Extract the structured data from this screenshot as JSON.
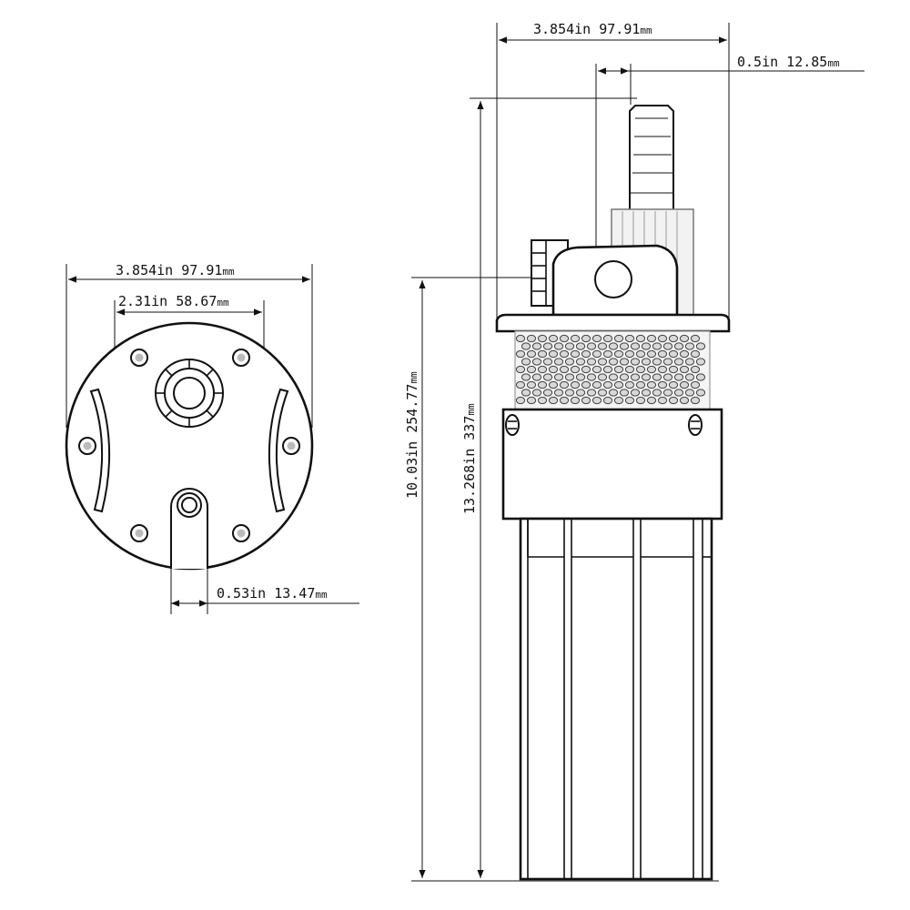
{
  "top_view": {
    "outer_width": {
      "value": "3.854in 97.91",
      "unit": "mm"
    },
    "inner_width": {
      "value": "2.31in 58.67",
      "unit": "mm"
    },
    "outlet": {
      "value": "0.53in 13.47",
      "unit": "mm"
    }
  },
  "side_view": {
    "outer_width": {
      "value": "3.854in 97.91",
      "unit": "mm"
    },
    "nozzle": {
      "value": "0.5in 12.85",
      "unit": "mm"
    },
    "body_height": {
      "value": "10.03in 254.77",
      "unit": "mm"
    },
    "total_height": {
      "value": "13.268in 337",
      "unit": "mm"
    }
  }
}
